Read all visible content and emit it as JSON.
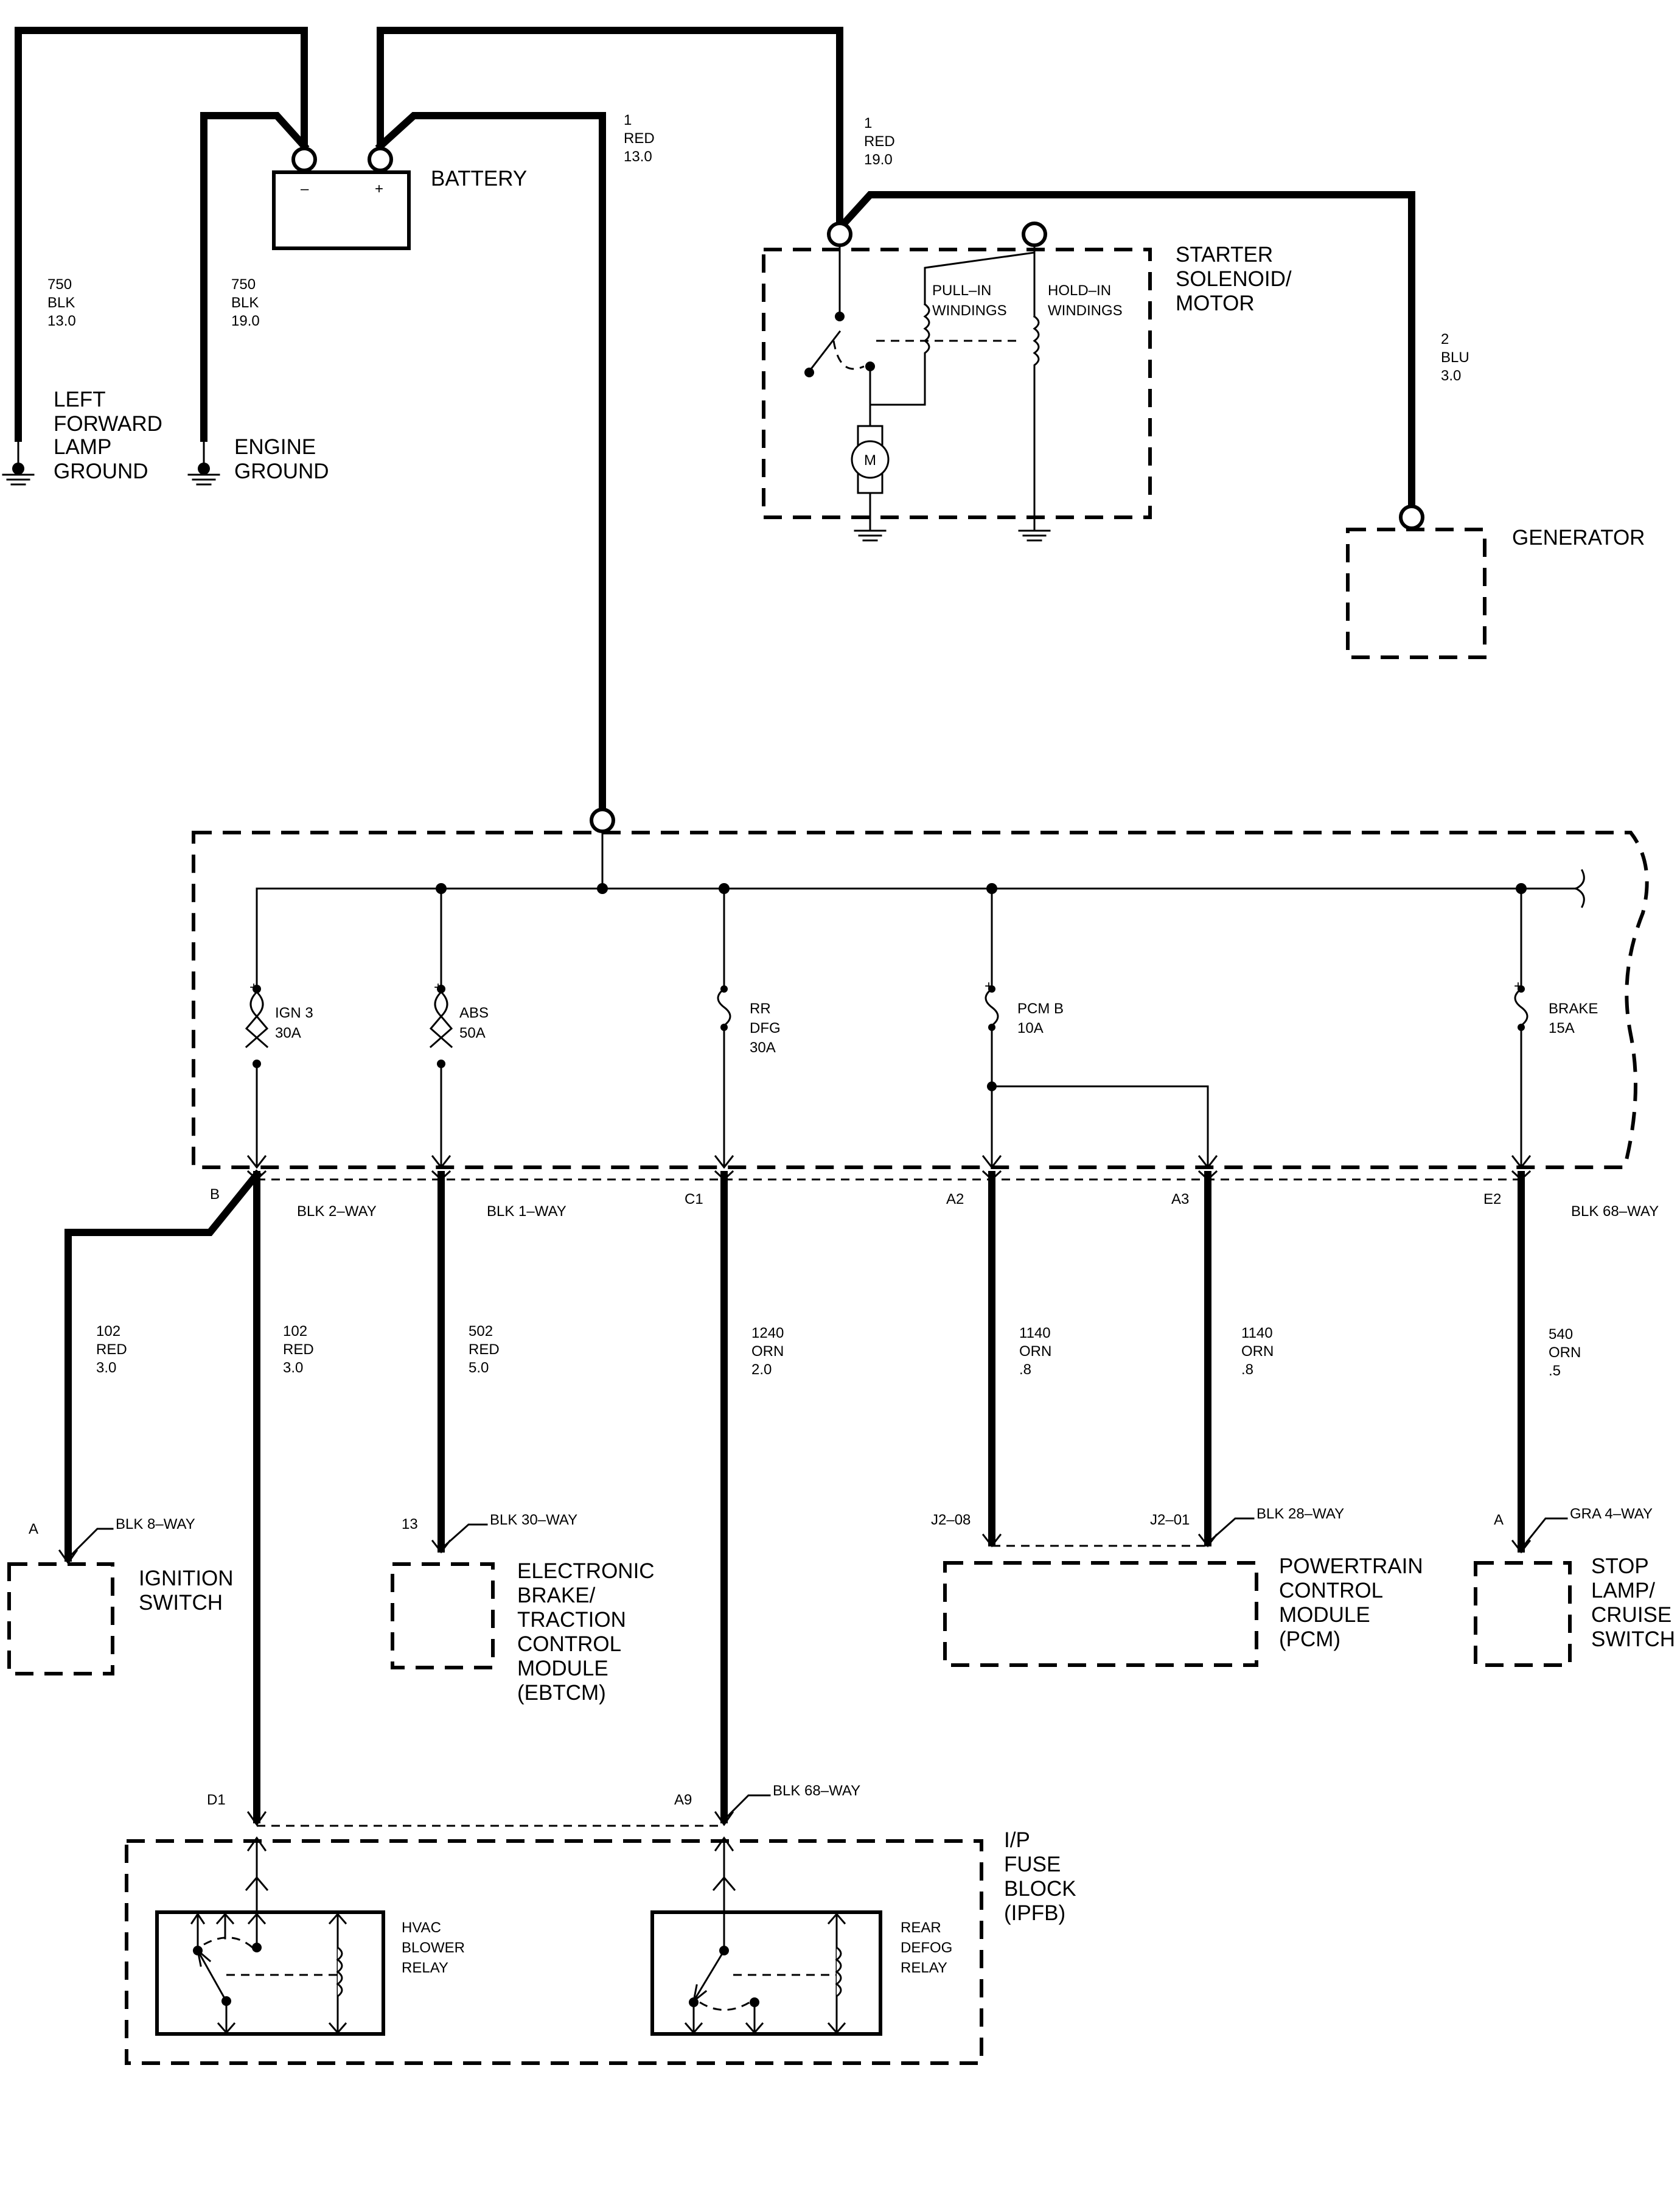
{
  "battery": {
    "title": "BATTERY",
    "neg": "–",
    "pos": "+"
  },
  "wires": {
    "lamp_gnd": [
      "750",
      "BLK",
      "13.0"
    ],
    "engine_gnd": [
      "750",
      "BLK",
      "19.0"
    ],
    "batt_fuse": [
      "1",
      "RED",
      "13.0"
    ],
    "batt_starter": [
      "1",
      "RED",
      "19.0"
    ],
    "generator": [
      "2",
      "BLU",
      "3.0"
    ],
    "ign_left": [
      "102",
      "RED",
      "3.0"
    ],
    "ign_right": [
      "102",
      "RED",
      "3.0"
    ],
    "abs": [
      "502",
      "RED",
      "5.0"
    ],
    "rrdfg": [
      "1240",
      "ORN",
      "2.0"
    ],
    "pcm1": [
      "1140",
      "ORN",
      ".8"
    ],
    "pcm2": [
      "1140",
      "ORN",
      ".8"
    ],
    "brake": [
      "540",
      "ORN",
      ".5"
    ]
  },
  "grounds": {
    "lamp": [
      "LEFT",
      "FORWARD",
      "LAMP",
      "GROUND"
    ],
    "engine": [
      "ENGINE",
      "GROUND"
    ]
  },
  "starter": {
    "title": [
      "STARTER",
      "SOLENOID/",
      "MOTOR"
    ],
    "pull_in": [
      "PULL–IN",
      "WINDINGS"
    ],
    "hold_in": [
      "HOLD–IN",
      "WINDINGS"
    ],
    "motor": "M"
  },
  "generator": {
    "title": "GENERATOR"
  },
  "fuses": {
    "ign3": [
      "IGN 3",
      "30A"
    ],
    "abs": [
      "ABS",
      "50A"
    ],
    "rrdfg": [
      "RR",
      "DFG",
      "30A"
    ],
    "pcmb": [
      "PCM B",
      "10A"
    ],
    "brake": [
      "BRAKE",
      "15A"
    ],
    "plus": "+"
  },
  "connectors": {
    "b": "B",
    "b_desc": "BLK 2–WAY",
    "abs_desc": "BLK 1–WAY",
    "c1": "C1",
    "a2": "A2",
    "a3": "A3",
    "e2": "E2",
    "e2_desc": "BLK 68–WAY",
    "ign_a": "A",
    "ign_desc": "BLK 8–WAY",
    "ebtcm_pin": "13",
    "ebtcm_desc": "BLK 30–WAY",
    "pcm_j208": "J2–08",
    "pcm_j201": "J2–01",
    "pcm_desc": "BLK 28–WAY",
    "stop_a": "A",
    "stop_desc": "GRA 4–WAY",
    "d1": "D1",
    "a9": "A9",
    "ipfb_desc": "BLK 68–WAY"
  },
  "components": {
    "ignition": [
      "IGNITION",
      "SWITCH"
    ],
    "ebtcm": [
      "ELECTRONIC",
      "BRAKE/",
      "TRACTION",
      "CONTROL",
      "MODULE",
      "(EBTCM)"
    ],
    "pcm": [
      "POWERTRAIN",
      "CONTROL",
      "MODULE",
      "(PCM)"
    ],
    "stop": [
      "STOP",
      "LAMP/",
      "CRUISE",
      "SWITCH"
    ],
    "ipfb": [
      "I/P",
      "FUSE",
      "BLOCK",
      "(IPFB)"
    ],
    "hvac_relay": [
      "HVAC",
      "BLOWER",
      "RELAY"
    ],
    "defog_relay": [
      "REAR",
      "DEFOG",
      "RELAY"
    ]
  }
}
